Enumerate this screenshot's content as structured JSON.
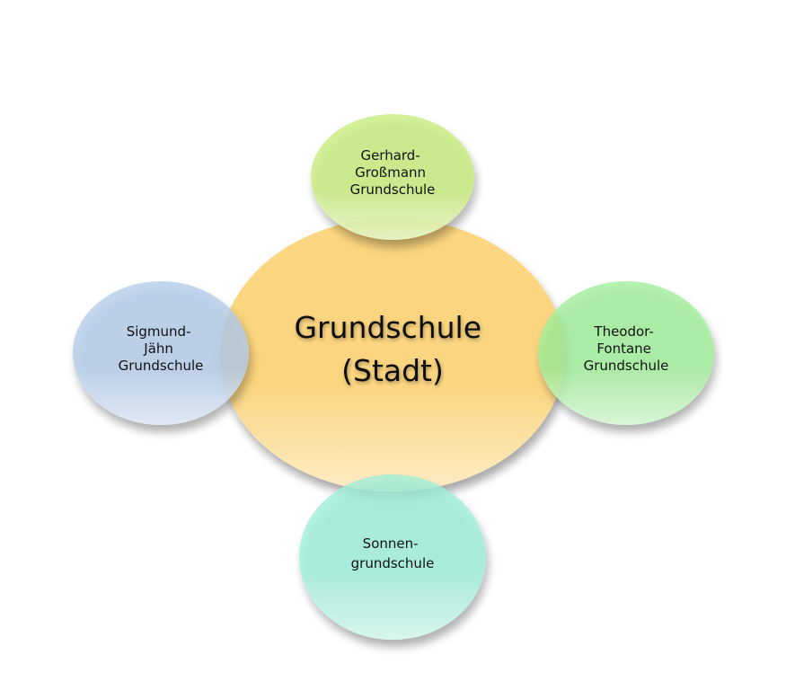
{
  "center": {
    "lines": [
      "Grundschule",
      "(Stadt)"
    ],
    "color": "#FDD57B"
  },
  "satellites": [
    {
      "id": "top",
      "lines": [
        "Gerhard-",
        "Großmann",
        "Grundschule"
      ],
      "color": "#C6EC7A"
    },
    {
      "id": "right",
      "lines": [
        "Theodor-",
        "Fontane",
        "Grundschule"
      ],
      "color": "#9FEE98"
    },
    {
      "id": "bottom",
      "lines": [
        "Sonnen-",
        "grundschule"
      ],
      "color": "#9EEEDA"
    },
    {
      "id": "left",
      "lines": [
        "Sigmund-",
        "Jähn",
        "Grundschule"
      ],
      "color": "#B3CCEA"
    }
  ]
}
